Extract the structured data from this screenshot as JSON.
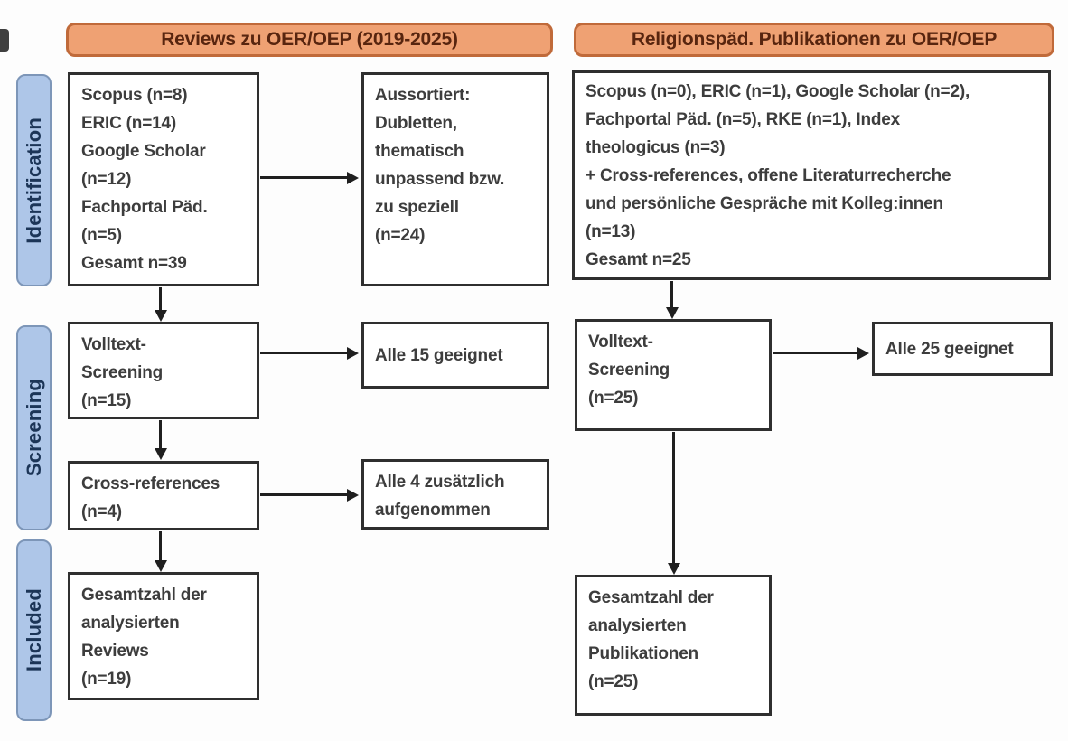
{
  "headers": {
    "left": "Reviews zu OER/OEP (2019-2025)",
    "right": "Religionspäd. Publikationen zu OER/OEP"
  },
  "stages": {
    "identification": "Identification",
    "screening": "Screening",
    "included": "Included"
  },
  "left_column": {
    "sources_box": "Scopus (n=8)\nERIC (n=14)\nGoogle Scholar\n(n=12)\nFachportal Päd.\n(n=5)\nGesamt n=39",
    "excluded_box": "Aussortiert:\nDubletten,\nthematisch\nunpassend bzw.\nzu speziell\n(n=24)",
    "fulltext_box": "Volltext-\nScreening\n(n=15)",
    "eligible_box": "Alle 15 geeignet",
    "crossref_box": "Cross-references\n(n=4)",
    "added_box": "Alle 4 zusätzlich\naufgenommen",
    "total_box": "Gesamtzahl der\nanalysierten\nReviews\n(n=19)"
  },
  "right_column": {
    "sources_box": "Scopus (n=0), ERIC (n=1), Google Scholar (n=2),\nFachportal Päd. (n=5), RKE (n=1), Index\ntheologicus (n=3)\n+ Cross-references, offene Literaturrecherche\nund persönliche Gespräche mit Kolleg:innen\n(n=13)\nGesamt n=25",
    "fulltext_box": "Volltext-\nScreening\n(n=25)",
    "eligible_box": "Alle 25 geeignet",
    "total_box": "Gesamtzahl der\nanalysierten\nPublikationen\n(n=25)"
  },
  "colors": {
    "header_fill": "#efa173",
    "header_border": "#c06a3a",
    "header_text": "#58250f",
    "stage_fill": "#aec6e8",
    "stage_border": "#7d96b8",
    "stage_text": "#1c3557",
    "box_border": "#2f2f2f",
    "box_text": "#3d3d3d",
    "arrow": "#1f1f1f"
  }
}
